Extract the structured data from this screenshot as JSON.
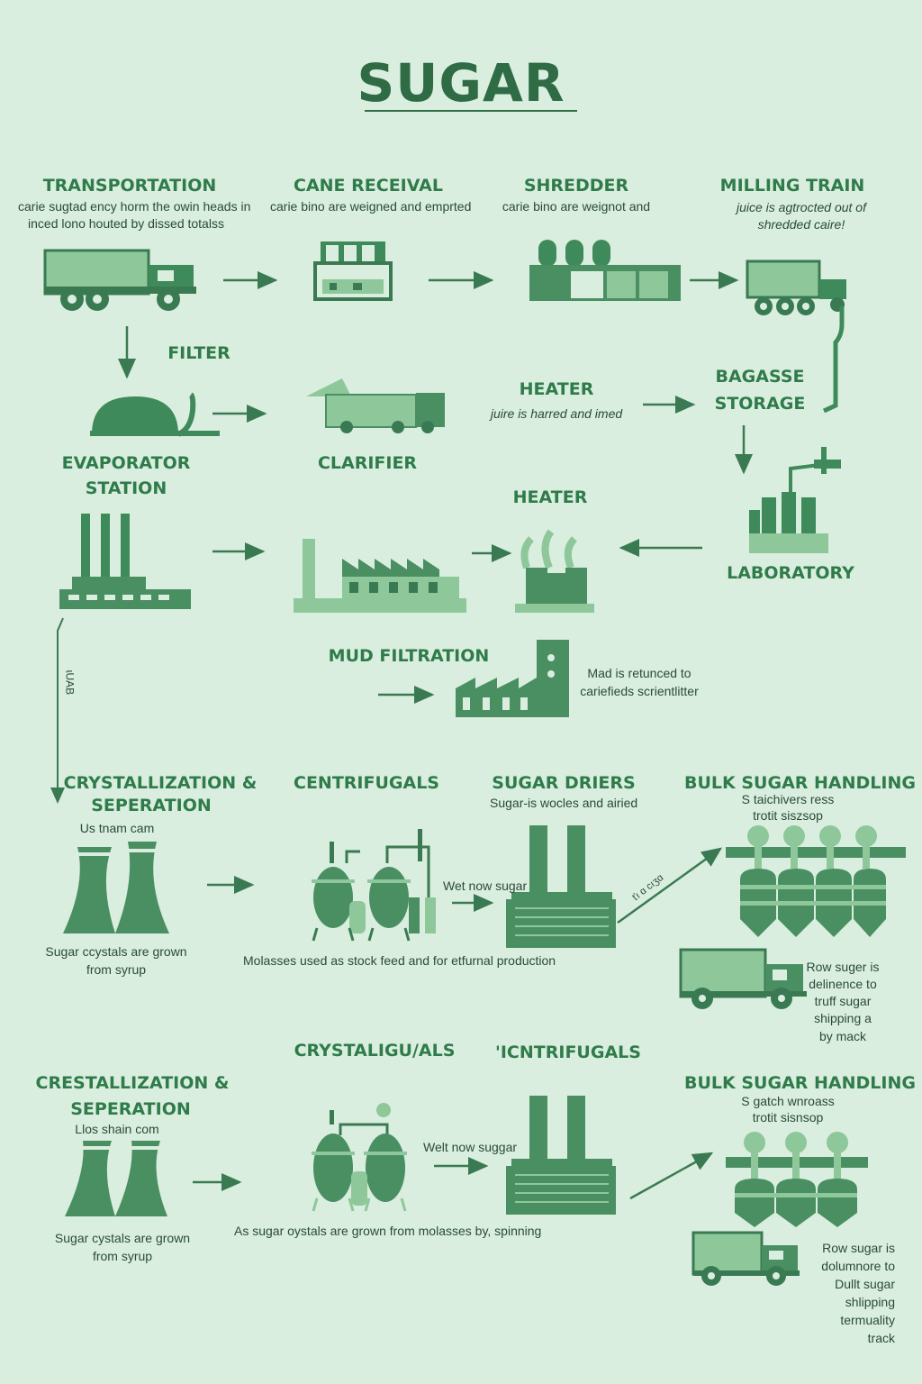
{
  "title": "SUGAR",
  "colors": {
    "background": "#d9eedf",
    "primary": "#2f6b45",
    "light": "#8ec79a",
    "text": "#2a4a36"
  },
  "row1": {
    "transportation": {
      "label": "TRANSPORTATION",
      "desc1": "carie sugtad ency horm the owin heads in",
      "desc2": "inced lono houted by dissed totalss"
    },
    "cane_receival": {
      "label": "CANE RECEIVAL",
      "desc1": "carie bino are weigned and emprted"
    },
    "shredder": {
      "label": "SHREDDER",
      "desc1": "carie bino are weignot and"
    },
    "milling_train": {
      "label": "MILLING TRAIN",
      "desc1": "juice is agtrocted out of",
      "desc2": "shredded caire!"
    }
  },
  "row2": {
    "filter": {
      "label": "FILTER"
    },
    "heater": {
      "label": "HEATER",
      "desc1": "juire is harred and imed"
    },
    "bagasse": {
      "label1": "BAGASSE",
      "label2": "STORAGE"
    },
    "evaporator": {
      "label1": "EVAPORATOR",
      "label2": "STATION"
    },
    "clarifier": {
      "label": "CLARIFIER"
    }
  },
  "row3": {
    "heater": {
      "label": "HEATER"
    },
    "laboratory": {
      "label": "LABORATORY"
    },
    "side_text": "ɩUAB"
  },
  "mud": {
    "label": "MUD FILTRATION",
    "desc1": "Mad is retunced to",
    "desc2": "cariefieds scrientlitter"
  },
  "row4": {
    "crystallization": {
      "label1": "CRYSTALLIZATION &",
      "label2": "SEPERATION",
      "sub": "Us tnam cam",
      "desc1": "Sugar ccystals are grown",
      "desc2": "from syrup"
    },
    "centrifugals": {
      "label": "CENTRIFUGALS",
      "desc": "Molasses used as stock feed and for etfurnal production"
    },
    "driers": {
      "label": "SUGAR DRIERS",
      "desc": "Sugar-is wocles and airied",
      "wet": "Wet now sugar"
    },
    "conveyor_text": "ťı ɑ cıʒɑ",
    "bulk": {
      "label": "BULK SUGAR HANDLING",
      "sub1": "S taichivers ress",
      "sub2": "trotit siszsop",
      "desc": [
        "Row suger is",
        "delinence to",
        "truff sugar",
        "shipping a",
        "by mack"
      ]
    }
  },
  "row5": {
    "crystaligu": {
      "label": "CRYSTALIGU/ALS"
    },
    "ictrifugals": {
      "label": "'ICNTRIFUGALS"
    },
    "crestallization": {
      "label1": "CRESTALLIZATION &",
      "label2": "SEPERATION",
      "sub": "Llos shain com",
      "desc1": "Sugar cystals are grown",
      "desc2": "from syrup"
    },
    "wet": "Welt now suggar",
    "desc": "As sugar oystals are grown from molasses by, spinning",
    "bulk": {
      "label": "BULK SUGAR HANDLING",
      "sub1": "S gatch wnroass",
      "sub2": "trotit sisnsop",
      "desc": [
        "Row sugar is",
        "dolumnore to",
        "Dullt sugar",
        "shlipping",
        "termuality",
        "track"
      ]
    }
  }
}
